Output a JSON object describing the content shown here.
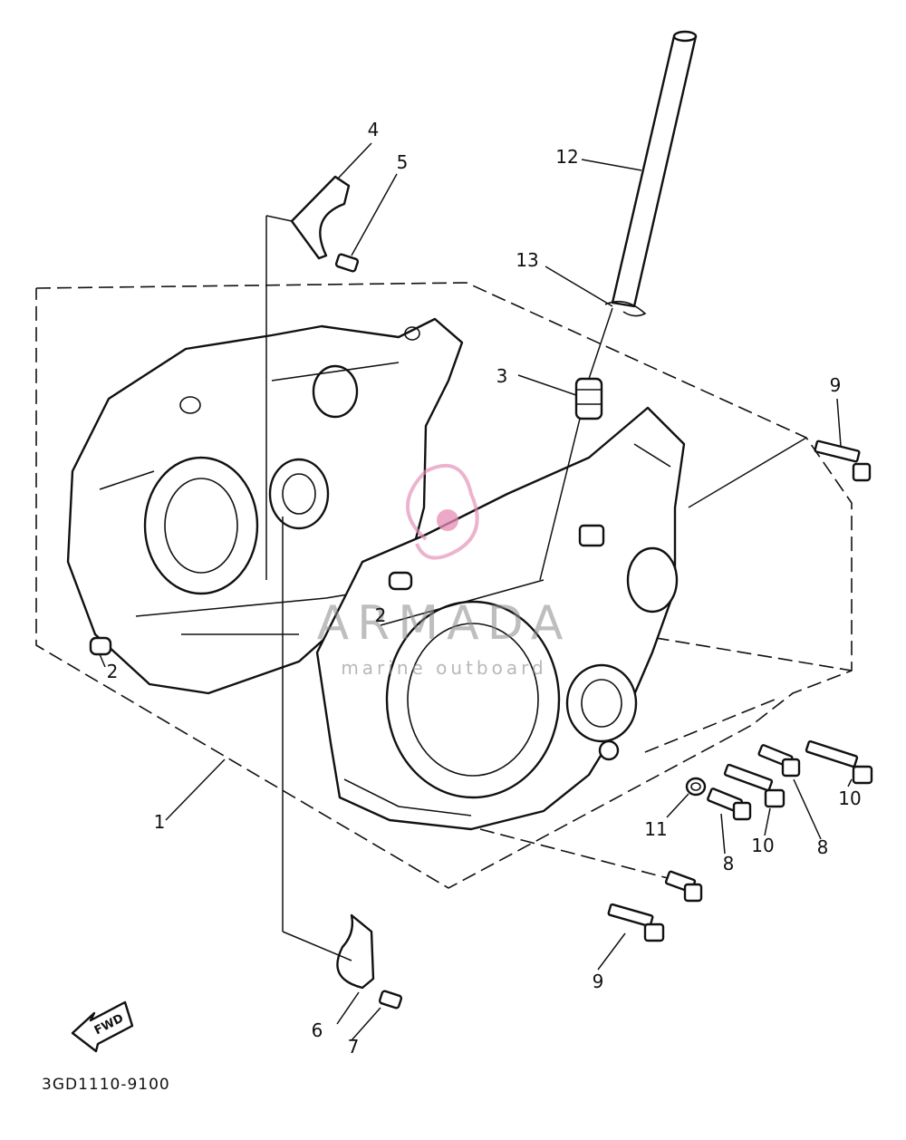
{
  "callouts": {
    "c1": "1",
    "c2a": "2",
    "c2b": "2",
    "c3": "3",
    "c4": "4",
    "c5": "5",
    "c6": "6",
    "c7": "7",
    "c8a": "8",
    "c8b": "8",
    "c9a": "9",
    "c9b": "9",
    "c10a": "10",
    "c10b": "10",
    "c11": "11",
    "c12": "12",
    "c13": "13"
  },
  "direction_badge": "FWD",
  "diagram_code": "3GD1110-9100",
  "watermark": {
    "brand": "ARMADA",
    "tagline": "marine outboard",
    "accent_color": "#e48bb4"
  }
}
